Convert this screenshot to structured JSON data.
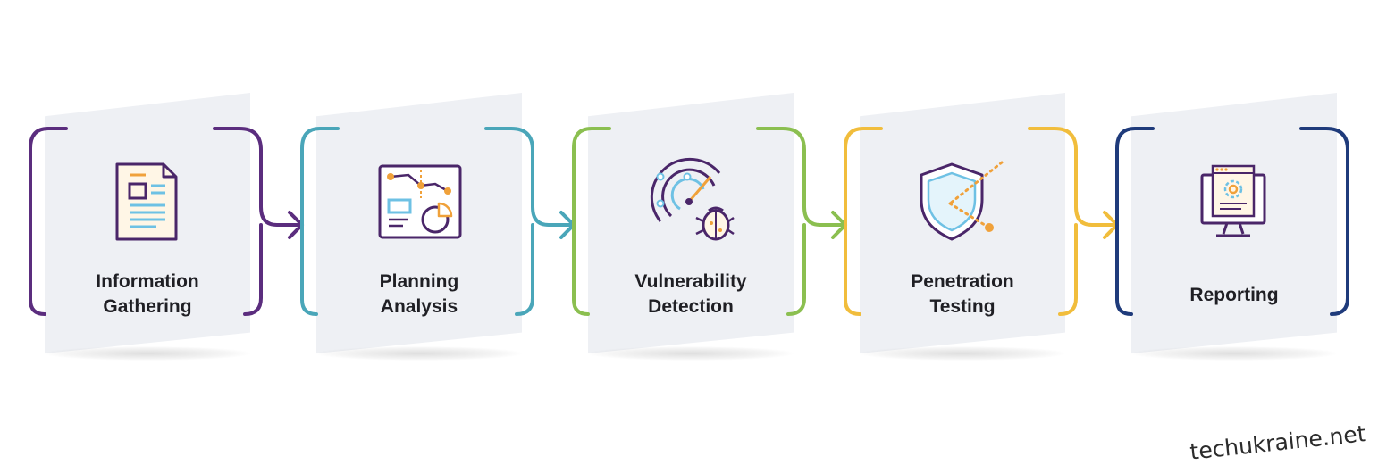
{
  "steps": [
    {
      "title": [
        "Information",
        "Gathering"
      ],
      "color": "#5b2d7e",
      "icon": "document-icon"
    },
    {
      "title": [
        "Planning",
        "Analysis"
      ],
      "color": "#4aa6b9",
      "icon": "analytics-board-icon"
    },
    {
      "title": [
        "Vulnerability",
        "Detection"
      ],
      "color": "#8bbf50",
      "icon": "radar-bug-icon"
    },
    {
      "title": [
        "Penetration",
        "Testing"
      ],
      "color": "#f1bd3c",
      "icon": "shield-breach-icon"
    },
    {
      "title": [
        "Reporting"
      ],
      "color": "#1f3b7b",
      "icon": "monitor-report-icon"
    }
  ],
  "icon_colors": {
    "outline": "#4a2669",
    "accent": "#f0a13a",
    "light": "#6ec1e4"
  },
  "watermark": "techukraine.net"
}
